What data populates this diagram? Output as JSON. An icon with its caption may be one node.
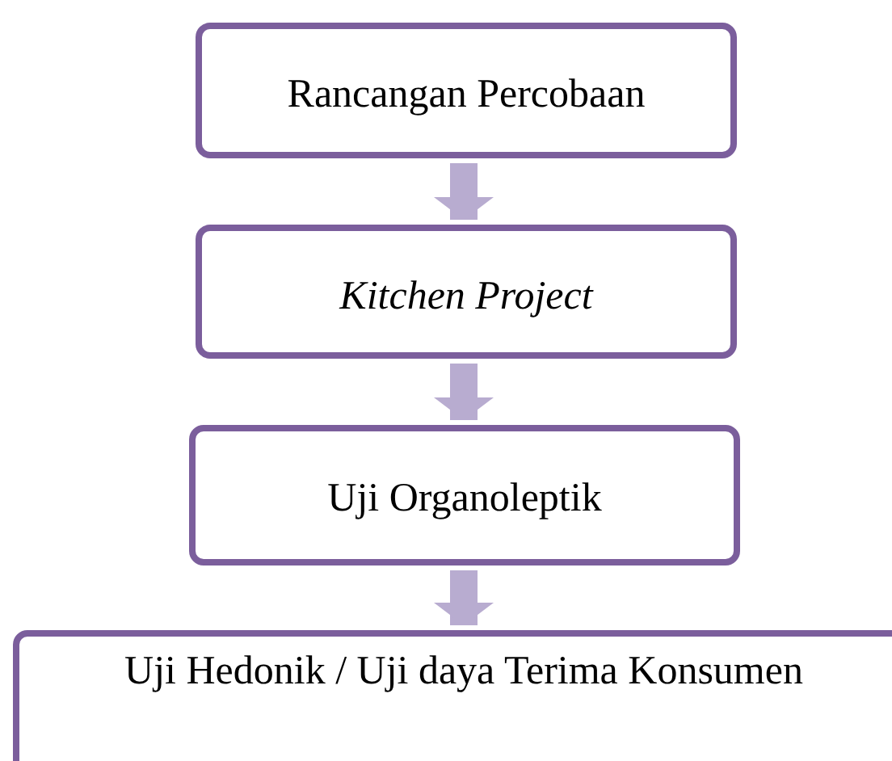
{
  "diagram": {
    "nodes": [
      {
        "text": [
          "Rancangan Percobaan"
        ]
      },
      {
        "text": [
          "Kitchen Project"
        ]
      },
      {
        "text": [
          "Uji Organoleptik"
        ]
      },
      {
        "text": [
          "Uji Hedonik / Uji daya Terima Konsumen"
        ]
      }
    ],
    "edges": [
      {
        "from": 0,
        "to": 1,
        "arrow": "to"
      },
      {
        "from": 1,
        "to": 2,
        "arrow": "to"
      },
      {
        "from": 2,
        "to": 3,
        "arrow": "to"
      }
    ]
  }
}
